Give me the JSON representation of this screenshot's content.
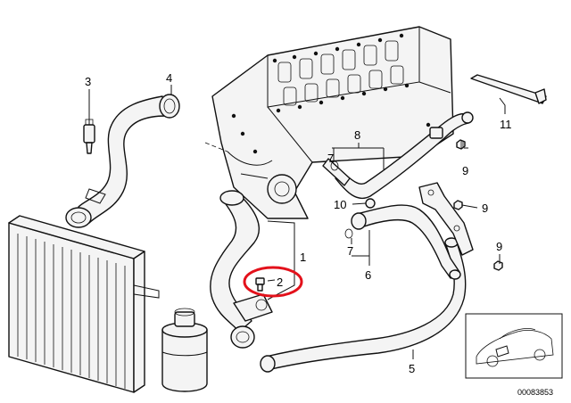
{
  "diagram": {
    "callouts": [
      "1",
      "2",
      "3",
      "4",
      "5",
      "6",
      "7",
      "7",
      "8",
      "9",
      "9",
      "9",
      "10",
      "11"
    ],
    "highlighted_callout": "2",
    "highlight_color": "#e3111b",
    "reference_code": "00083853"
  }
}
